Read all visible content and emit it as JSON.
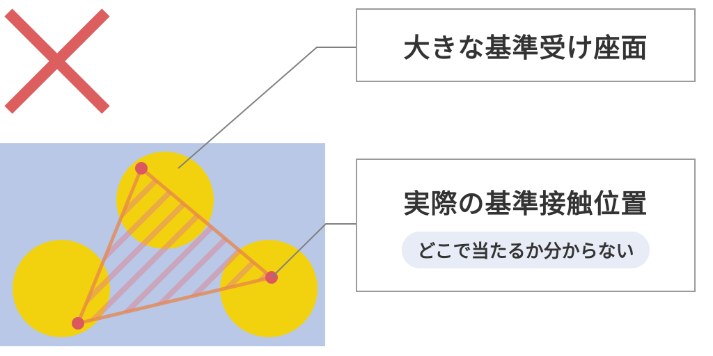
{
  "verdict_icon": "cross-mark-icon",
  "colors": {
    "cross": "#dc5e5e",
    "plate": "#b8c8e6",
    "pad": "#f2d20e",
    "point": "#dc5860",
    "triangle": "#e88a3a",
    "leader": "#808080"
  },
  "label_large_seat": "大きな基準受け座面",
  "label_actual_contact": "実際の基準接触位置",
  "label_unknown": "どこで当たるか分からない"
}
